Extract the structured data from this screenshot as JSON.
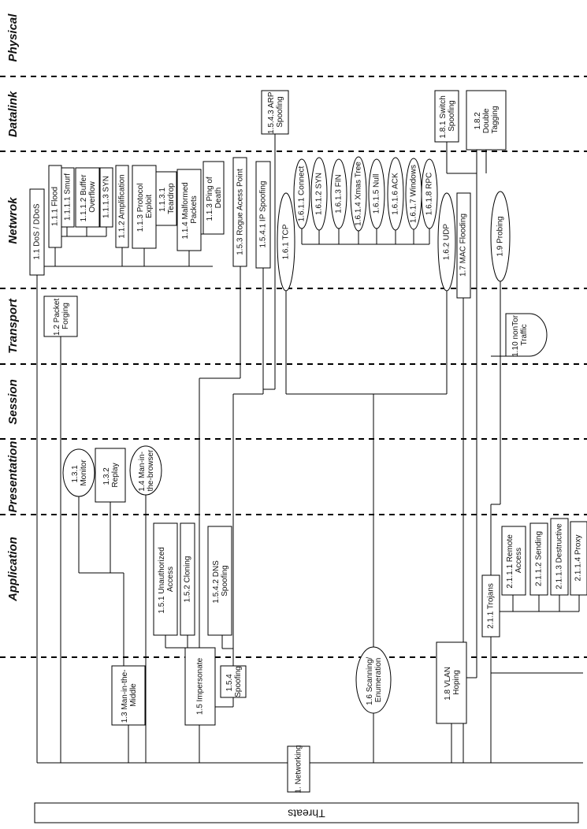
{
  "root": {
    "title": "Threats"
  },
  "layers": [
    "Physical",
    "Datalink",
    "Netwrok",
    "Transport",
    "Session",
    "Presentation",
    "Application"
  ],
  "nodes": {
    "networking": "1. Networking",
    "dos": "1.1 DoS / DDoS",
    "flood": "1.1.1 Flood",
    "smurf": "1.1.1.1 Smurf",
    "buffer_overflow": [
      "1.1.1.2 Buffer",
      "Overflow"
    ],
    "syn": "1.1.1.3 SYN",
    "amplification": "1.1.2 Amplification",
    "protocol_exploit": [
      "1.1.3 Protocol",
      "Exploit"
    ],
    "teardrop": [
      "1.1.3.1",
      "Teardrop"
    ],
    "malformed": [
      "1.1.4 Malformed",
      "Packets"
    ],
    "ping_of_death": [
      "1.1.3 Ping of",
      "Death"
    ],
    "packet_forging": [
      "1.2 Packet",
      "Forging"
    ],
    "mitm": [
      "1.3 Man-in-the-",
      "Middle"
    ],
    "monitor": [
      "1.3.1",
      "Monitor"
    ],
    "replay": [
      "1.3.2",
      "Replay"
    ],
    "mitb": [
      "1.4 Man-in-",
      "the-browser"
    ],
    "impersonate": "1.5 Impersonate",
    "unauthorized": [
      "1.5.1 Unauthorized",
      "Access"
    ],
    "cloning": "1.5.2 Cloning",
    "rogue_ap": "1.5.3 Rogue Acess Point",
    "spoofing": [
      "1.5.4",
      "Spoofing"
    ],
    "ip_spoofing": "1.5.4.1 IP Spoofing",
    "dns_spoofing": [
      "1.5.4.2 DNS",
      "Spoofing"
    ],
    "arp_spoofing": [
      "1.5.4.3 ARP",
      "Spoofing"
    ],
    "scanning": [
      "1.6 Scanning/",
      "Enumeration"
    ],
    "tcp": "1.6.1 TCP",
    "connect": "1.6.1.1 Connect",
    "tcp_syn": "1.6.1.2 SYN",
    "fin": "1.6.1.3 FIN",
    "xmas": "1.6.1.4 Xmas Tree",
    "null": "1.6.1.5 Null",
    "ack": "1.6.1.6 ACK",
    "windows": "1.6.1.7 Windows",
    "rpc": "1.6.1.8 RPC",
    "udp": "1.6.2 UDP",
    "mac_flooding": "1.7 MAC Flooding",
    "vlan_hopping": [
      "1.8 VLAN",
      "Hoping"
    ],
    "switch_spoofing": [
      "1.8.1 Switch",
      "Spoofing"
    ],
    "double_tagging": [
      "1.8.2",
      "Double",
      "Tagging"
    ],
    "probing": "1.9 Probing",
    "nontor": [
      "1.10 nonTor",
      "Traffic"
    ],
    "trojans": "2.1.1 Trojans",
    "remote_access": [
      "2.1.1.1 Remote",
      "Access"
    ],
    "sending": "2.1.1.2 Sending",
    "destructive": "2.1.1.3 Destructive",
    "proxy": "2.1.1.4 Proxy"
  }
}
